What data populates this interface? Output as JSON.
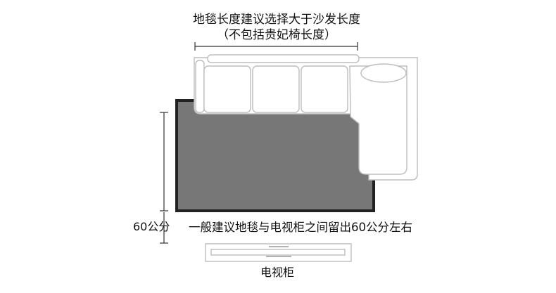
{
  "title": {
    "line1": "地毯长度建议选择大于沙发长度",
    "line2": "（不包括贵妃椅长度）"
  },
  "side_dimension": {
    "label": "60公分"
  },
  "distance_note": "一般建议地毯与电视柜之间留出60公分左右",
  "tv_cabinet_label": "电视柜",
  "colors": {
    "rug_fill": "#777777",
    "rug_border": "#222222",
    "sofa_fill": "#ffffff",
    "sofa_stroke": "#bdbdbd",
    "dimension_line": "#333333"
  }
}
